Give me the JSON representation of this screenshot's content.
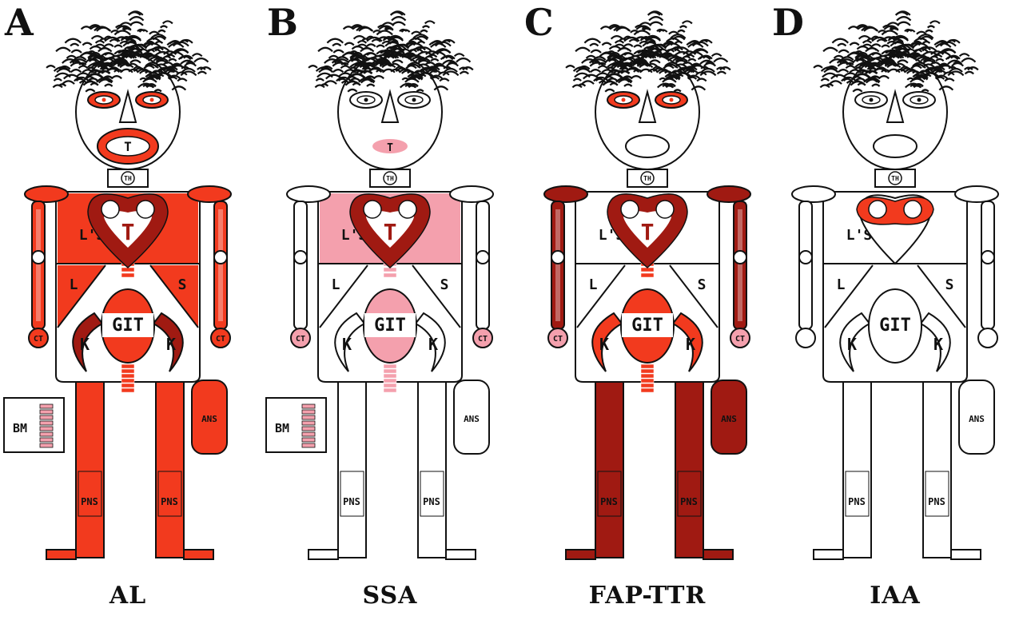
{
  "colors": {
    "none": "#ffffff",
    "high": "#f23a1e",
    "low": "#f4a0ad",
    "dark": "#a01a12",
    "thymus_outline": "#222222"
  },
  "organ_labels": {
    "thyroid": "TH",
    "tongue": "T",
    "heart": "T",
    "lungs": "L",
    "lungs_sub": "S",
    "liver": "L",
    "spleen": "S",
    "git": "GIT",
    "kidney": "K",
    "connective_tissue": "CT",
    "ans": "ANS",
    "pns": "PNS",
    "bone_marrow": "BM"
  },
  "panels": [
    {
      "letter": "A",
      "label": "AL",
      "organs": {
        "eyes": "high",
        "tongue": "high",
        "arms": "high",
        "chest": "high",
        "liver": "high",
        "spleen": "high",
        "git": "high",
        "kidney": "dark",
        "heart": "dark",
        "ct": "high",
        "legs": "high",
        "ans": "high",
        "feet": "high",
        "bm": true
      }
    },
    {
      "letter": "B",
      "label": "SSA",
      "organs": {
        "eyes": "none",
        "tongue": "low",
        "arms": "none",
        "chest": "low",
        "liver": "none",
        "spleen": "none",
        "git": "low",
        "kidney": "none",
        "heart": "dark",
        "ct": "low",
        "legs": "none",
        "ans": "none",
        "feet": "none",
        "bm": true
      }
    },
    {
      "letter": "C",
      "label": "FAP-TTR",
      "organs": {
        "eyes": "high",
        "tongue": "none",
        "arms": "dark",
        "chest": "none",
        "liver": "none",
        "spleen": "none",
        "git": "high",
        "kidney": "high",
        "heart": "dark",
        "ct": "low",
        "legs": "dark",
        "ans": "dark",
        "feet": "dark",
        "bm": false
      }
    },
    {
      "letter": "D",
      "label": "IAA",
      "organs": {
        "eyes": "none",
        "tongue": "none",
        "arms": "none",
        "chest": "none",
        "liver": "none",
        "spleen": "none",
        "git": "none",
        "kidney": "none",
        "heart": "ring",
        "ct": "none",
        "legs": "none",
        "ans": "none",
        "feet": "none",
        "bm": false
      }
    }
  ]
}
